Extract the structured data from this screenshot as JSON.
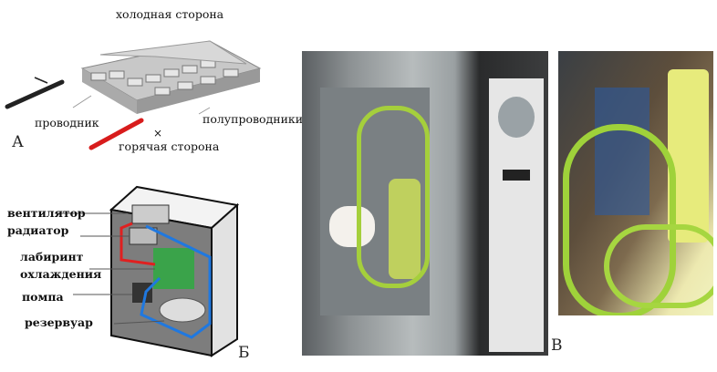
{
  "panel_a": {
    "letter": "А",
    "labels": {
      "cold_side": "холодная сторона",
      "conductor": "проводник",
      "semiconductors": "полупроводники",
      "hot_side": "горячая сторона"
    }
  },
  "panel_b": {
    "letter": "Б",
    "labels": {
      "fan": "вентилятор",
      "radiator": "радиатор",
      "labyrinth_1": "лабиринт",
      "labyrinth_2": "охлаждения",
      "pump": "помпа",
      "reservoir": "резервуар"
    }
  },
  "panel_c": {
    "letter": "В"
  }
}
